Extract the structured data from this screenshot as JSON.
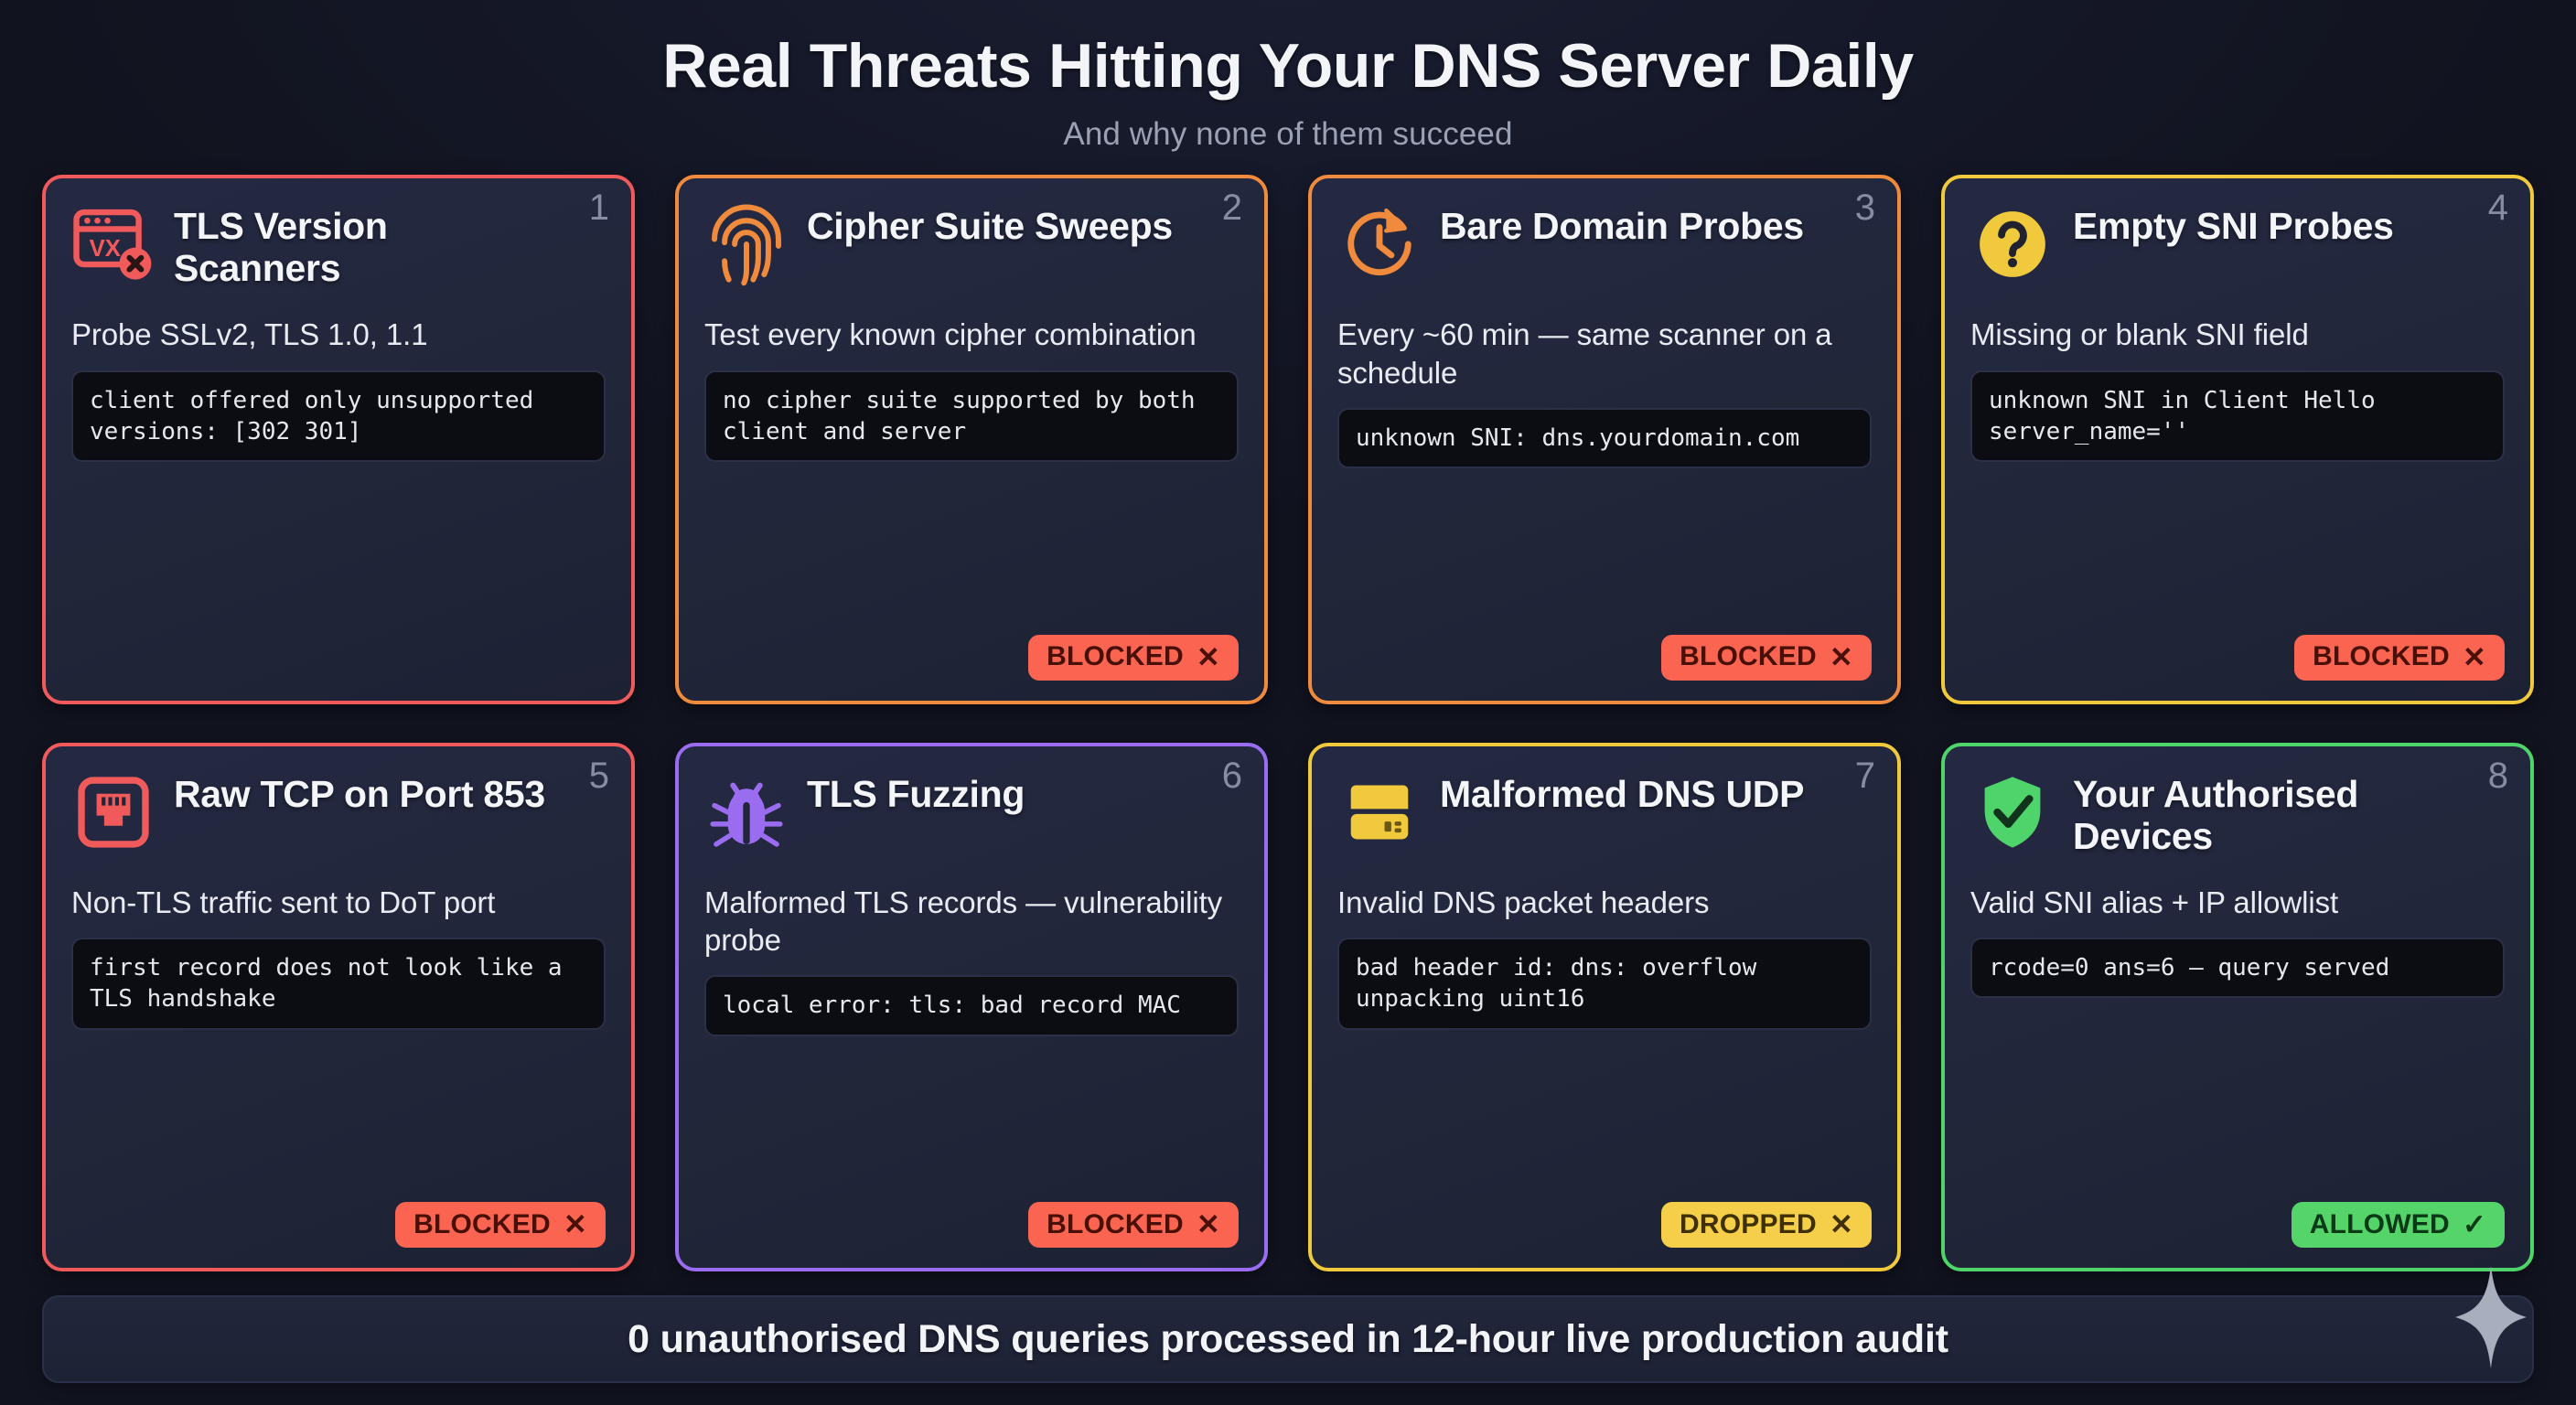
{
  "header": {
    "title": "Real Threats Hitting Your DNS Server Daily",
    "subtitle": "And why none of them succeed"
  },
  "colors": {
    "page_bg": "#141726",
    "card_bg": "#232840",
    "code_bg": "#0c0d12",
    "number": "#868ca1",
    "red": "#f05a5a",
    "orange": "#f08a3c",
    "yellow": "#f0c93c",
    "purple": "#9a6cf0",
    "green": "#4ed46a",
    "badge_blocked_bg": "#fa6450",
    "badge_blocked_text": "#491008",
    "badge_dropped_bg": "#f5cf4a",
    "badge_dropped_text": "#3f3105",
    "badge_allowed_bg": "#55d46a",
    "badge_allowed_text": "#0b3a16"
  },
  "cards": [
    {
      "number": "1",
      "icon": "browser-window-vx-error-icon",
      "accent": "#f05a5a",
      "title": "TLS Version Scanners",
      "description": "Probe SSLv2, TLS 1.0, 1.1",
      "code": "client offered only unsupported versions: [302 301]",
      "badge": null,
      "badge_mark": null
    },
    {
      "number": "2",
      "icon": "fingerprint-icon",
      "accent": "#f08a3c",
      "title": "Cipher Suite Sweeps",
      "description": "Test every known cipher combination",
      "code": "no cipher suite supported by both client and server",
      "badge": "BLOCKED",
      "badge_mark": "✕",
      "badge_kind": "blocked"
    },
    {
      "number": "3",
      "icon": "clock-refresh-icon",
      "accent": "#f08a3c",
      "title": "Bare Domain Probes",
      "description": "Every ~60 min — same scanner on a schedule",
      "code": "unknown SNI: dns.yourdomain.com",
      "badge": "BLOCKED",
      "badge_mark": "✕",
      "badge_kind": "blocked"
    },
    {
      "number": "4",
      "icon": "question-mark-circle-icon",
      "accent": "#f0c93c",
      "title": "Empty SNI Probes",
      "description": "Missing or blank SNI field",
      "code": "unknown SNI in Client Hello server_name=''",
      "badge": "BLOCKED",
      "badge_mark": "✕",
      "badge_kind": "blocked"
    },
    {
      "number": "5",
      "icon": "ethernet-port-icon",
      "accent": "#f05a5a",
      "title": "Raw TCP on Port 853",
      "description": "Non-TLS traffic sent to DoT port",
      "code": "first record does not look like a TLS handshake",
      "badge": "BLOCKED",
      "badge_mark": "✕",
      "badge_kind": "blocked"
    },
    {
      "number": "6",
      "icon": "bug-icon",
      "accent": "#9a6cf0",
      "title": "TLS Fuzzing",
      "description": "Malformed TLS records — vulnerability probe",
      "code": "local error: tls: bad record MAC",
      "badge": "BLOCKED",
      "badge_mark": "✕",
      "badge_kind": "blocked"
    },
    {
      "number": "7",
      "icon": "server-rack-icon",
      "accent": "#f0c93c",
      "title": "Malformed DNS UDP",
      "description": "Invalid DNS packet headers",
      "code": "bad header id: dns: overflow unpacking uint16",
      "badge": "DROPPED",
      "badge_mark": "✕",
      "badge_kind": "dropped"
    },
    {
      "number": "8",
      "icon": "shield-check-icon",
      "accent": "#4ed46a",
      "title": "Your Authorised Devices",
      "description": "Valid SNI alias + IP allowlist",
      "code": "rcode=0 ans=6 — query served",
      "badge": "ALLOWED",
      "badge_mark": "✓",
      "badge_kind": "allowed"
    }
  ],
  "footer": {
    "text": "0 unauthorised DNS queries processed in 12-hour live production audit",
    "icon": "sparkle-icon"
  }
}
